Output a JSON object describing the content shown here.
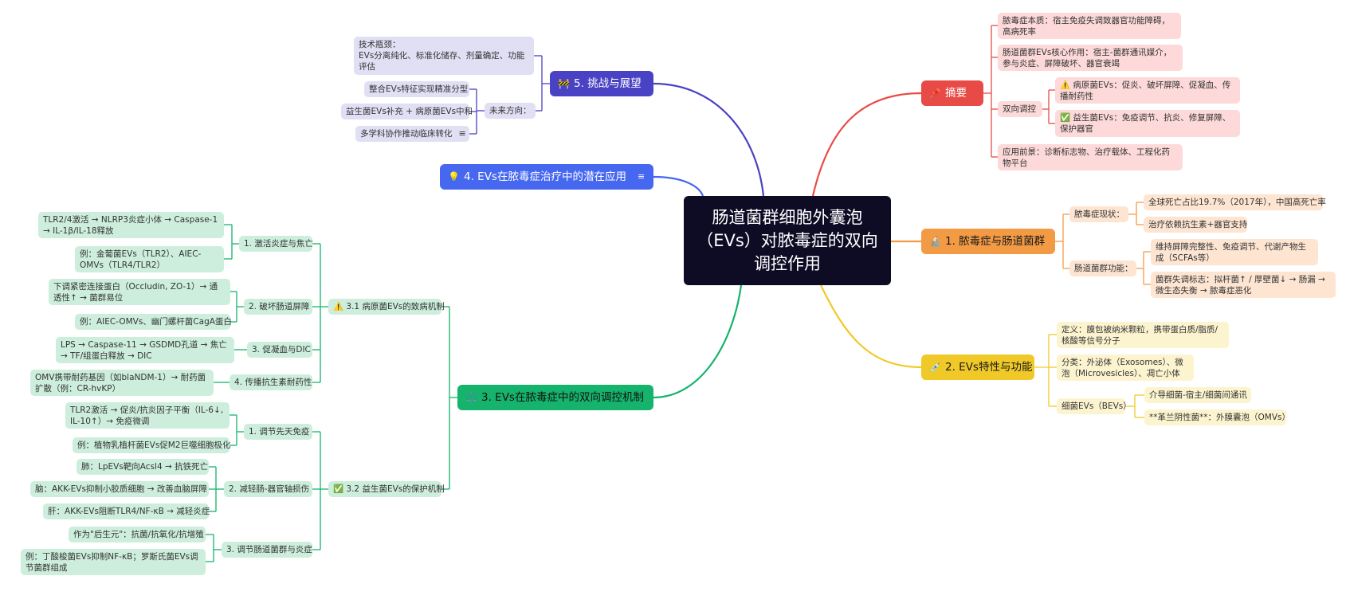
{
  "root": {
    "title": "肠道菌群细胞外囊泡（EVs）对脓毒症的双向调控作用"
  },
  "colors": {
    "red": "#e84a45",
    "orange": "#f39a45",
    "yellow": "#f0c928",
    "green": "#15b36c",
    "blue": "#4667f0",
    "purple": "#4a42c4",
    "root_bg": "#0e0b25"
  },
  "summary": {
    "icon": "pin-icon",
    "label": "摘要",
    "items": [
      "脓毒症本质：宿主免疫失调致器官功能障碍，高病死率",
      "肠道菌群EVs核心作用：宿主-菌群通讯媒介，参与炎症、屏障破坏、器官衰竭",
      "双向调控",
      "⚠️ 病原菌EVs：促炎、破坏屏障、促凝血、传播耐药性",
      "✅ 益生菌EVs：免疫调节、抗炎、修复屏障、保护器官",
      "应用前景：诊断标志物、治疗载体、工程化药物平台"
    ]
  },
  "sec1": {
    "icon": "microscope-icon",
    "label": "1. 脓毒症与肠道菌群",
    "sub1": "脓毒症现状：",
    "sub1_items": [
      "全球死亡占比19.7%（2017年），中国高死亡率",
      "治疗依赖抗生素+器官支持"
    ],
    "sub2": "肠道菌群功能：",
    "sub2_items": [
      "维持屏障完整性、免疫调节、代谢产物生成（SCFAs等）",
      "菌群失调标志：拟杆菌↑ / 厚壁菌↓ → 肠漏 → 微生态失衡 → 脓毒症恶化"
    ]
  },
  "sec2": {
    "icon": "syringe-icon",
    "label": "2. EVs特性与功能",
    "items": [
      "定义：膜包被纳米颗粒，携带蛋白质/脂质/核酸等信号分子",
      "分类：外泌体（Exosomes）、微泡（Microvesicles）、凋亡小体",
      "细菌EVs（BEVs）"
    ],
    "bevs_items": [
      "介导细菌-宿主/细菌间通讯",
      "**革兰阴性菌**：外膜囊泡（OMVs）"
    ]
  },
  "sec3": {
    "icon": "balance-icon",
    "label": "3. EVs在脓毒症中的双向调控机制",
    "path": "⚠️ 3.1 病原菌EVs的致病机制",
    "path_groups": [
      {
        "label": "1. 激活炎症与焦亡",
        "items": [
          "TLR2/4激活 → NLRP3炎症小体 → Caspase-1 → IL-1β/IL-18释放",
          "例：金葡菌EVs（TLR2）、AIEC-OMVs（TLR4/TLR2）"
        ]
      },
      {
        "label": "2. 破坏肠道屏障",
        "items": [
          "下调紧密连接蛋白（Occludin, ZO-1）→ 通透性↑ → 菌群易位",
          "例：AIEC-OMVs、幽门螺杆菌CagA蛋白"
        ]
      },
      {
        "label": "3. 促凝血与DIC",
        "items": [
          "LPS → Caspase-11 → GSDMD孔道 → 焦亡 → TF/组蛋白释放 → DIC"
        ]
      },
      {
        "label": "4. 传播抗生素耐药性",
        "items": [
          "OMV携带耐药基因（如blaNDM-1）→ 耐药菌扩散（例：CR-hvKP）"
        ]
      }
    ],
    "prob": "✅ 3.2 益生菌EVs的保护机制",
    "prob_groups": [
      {
        "label": "1. 调节先天免疫",
        "items": [
          "TLR2激活 → 促炎/抗炎因子平衡（IL-6↓, IL-10↑）→ 免疫微调",
          "例：植物乳植杆菌EVs促M2巨噬细胞极化"
        ]
      },
      {
        "label": "2. 减轻肠-器官轴损伤",
        "items": [
          "肺：LpEVs靶向Acsl4 → 抗铁死亡",
          "脑：AKK-EVs抑制小胶质细胞 → 改善血脑屏障",
          "肝：AKK-EVs阻断TLR4/NF-κB → 减轻炎症"
        ]
      },
      {
        "label": "3. 调节肠道菌群与炎症",
        "items": [
          "作为\"后生元\"：抗菌/抗氧化/抗增殖",
          "例：丁酸梭菌EVs抑制NF-κB；罗斯氏菌EVs调节菌群组成"
        ]
      }
    ]
  },
  "sec4": {
    "icon": "bulb-icon",
    "label": "4. EVs在脓毒症治疗中的潜在应用",
    "note_icon": "notes-icon"
  },
  "sec5": {
    "icon": "construction-icon",
    "label": "5. 挑战与展望",
    "challenge": "技术瓶颈：\nEVs分离纯化、标准化储存、剂量确定、功能评估",
    "future": "未来方向：",
    "future_items": [
      "整合EVs特征实现精准分型",
      "益生菌EVs补充 + 病原菌EVs中和",
      "多学科协作推动临床转化"
    ]
  }
}
